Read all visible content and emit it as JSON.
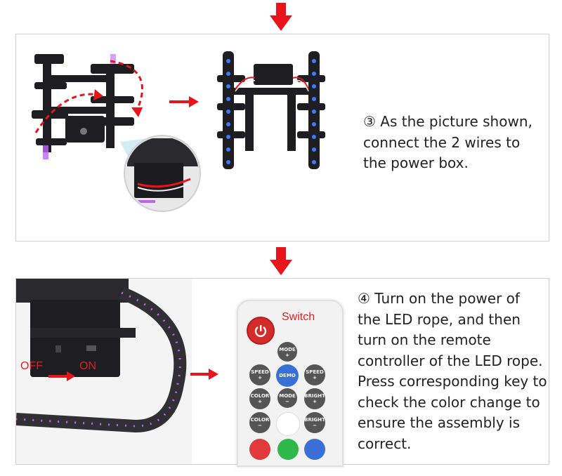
{
  "step3": {
    "text": "③ As the picture shown, connect the 2 wires to the power box."
  },
  "step4": {
    "text": "④ Turn on the power of the LED rope, and then turn on the remote controller of the LED rope. Press corresponding key to check the color change to ensure the assembly is correct.",
    "off_label": "OFF",
    "on_label": "ON",
    "switch_label": "Switch"
  },
  "remote": {
    "mode": "MODE",
    "speed": "SPEED",
    "demo": "DEMO",
    "color": "COLOR",
    "bright": "BRIGHT",
    "plus": "+",
    "minus": "−"
  },
  "colors": {
    "accent_red": "#e8141c",
    "led_blue": "#3a7bff",
    "led_purple": "#c060ff"
  }
}
